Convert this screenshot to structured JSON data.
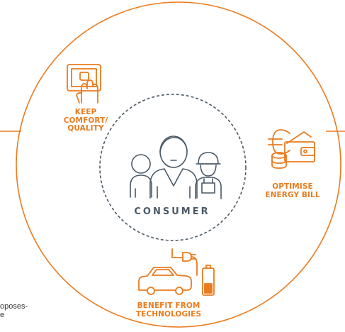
{
  "center": {
    "label": "CONSUMER"
  },
  "nodes": {
    "comfort": {
      "lines": [
        "KEEP",
        "COMFORT/",
        "QUALITY"
      ]
    },
    "energy_bill": {
      "lines": [
        "OPTIMISE",
        "ENERGY BILL"
      ]
    },
    "technologies": {
      "lines": [
        "BENEFIT FROM",
        "TECHNOLOGIES"
      ]
    }
  },
  "side_text": {
    "lines": [
      "oposes-",
      "e"
    ]
  },
  "colors": {
    "accent": "#ea7b1e",
    "dark": "#4a5966",
    "background": "#ffffff"
  },
  "icons": {
    "comfort": "touch-screen-hand-icon",
    "energy_bill": "euro-wallet-coins-icon",
    "technologies": "electric-car-plug-battery-icon",
    "consumer": "people-group-icon"
  }
}
